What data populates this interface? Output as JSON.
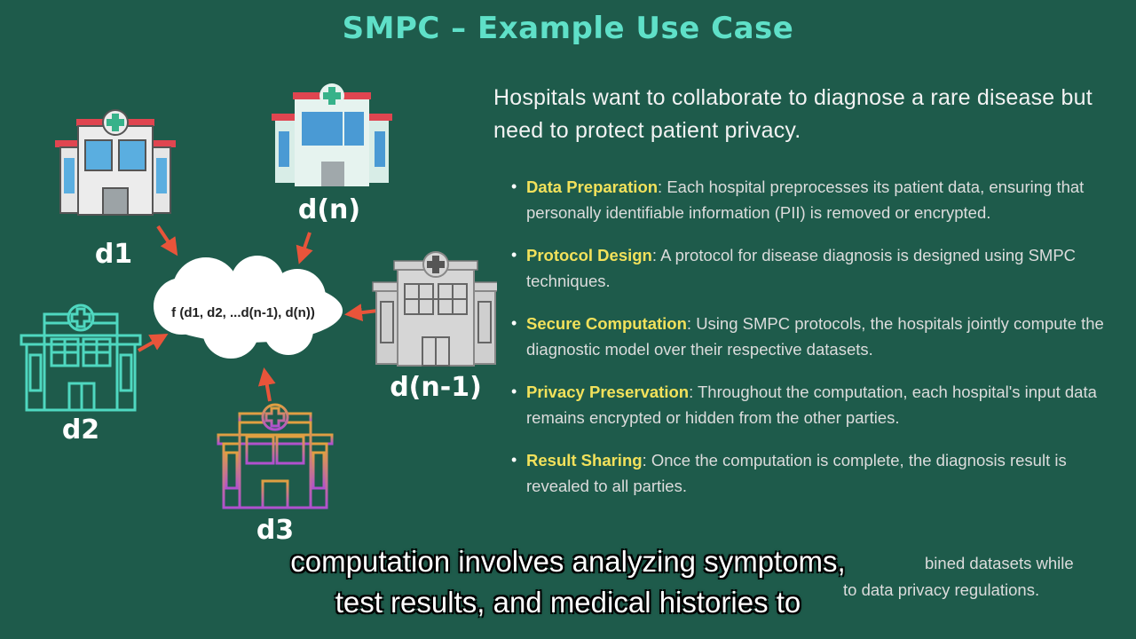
{
  "title": "SMPC – Example Use Case",
  "intro": "Hospitals want to collaborate to diagnose a rare disease but need to protect patient privacy.",
  "diagram": {
    "function_label": "f (d1, d2, ...d(n-1), d(n))",
    "nodes": {
      "d1": "d1",
      "dn": "d(n)",
      "d2": "d2",
      "dn1": "d(n-1)",
      "d3": "d3"
    },
    "colors": {
      "arrow": "#e8543a",
      "d1_building": "#e0e0e0",
      "dn_building": "#dcefe9",
      "d2_building": "#4fd8c0",
      "dn1_building": "#d0d0d0",
      "d3_building": "#b866c8",
      "cloud": "#ffffff"
    }
  },
  "steps": [
    {
      "term": "Data Preparation",
      "text": ": Each hospital preprocesses its patient data, ensuring that personally identifiable information (PII) is removed or encrypted."
    },
    {
      "term": "Protocol Design",
      "text": ": A protocol for disease diagnosis is designed using SMPC techniques."
    },
    {
      "term": "Secure Computation",
      "text": ": Using SMPC protocols, the hospitals jointly compute the diagnostic model over their respective datasets."
    },
    {
      "term": "Privacy Preservation",
      "text": ": Throughout the computation, each hospital's input data remains encrypted or hidden from the other parties."
    },
    {
      "term": "Result Sharing",
      "text": ": Once the computation is complete, the diagnosis result is revealed to all parties."
    }
  ],
  "partial_text": {
    "line1": "bined datasets while",
    "line2": "to data privacy regulations."
  },
  "caption": {
    "line1": "computation involves analyzing symptoms,",
    "line2": "test results, and medical histories to"
  }
}
